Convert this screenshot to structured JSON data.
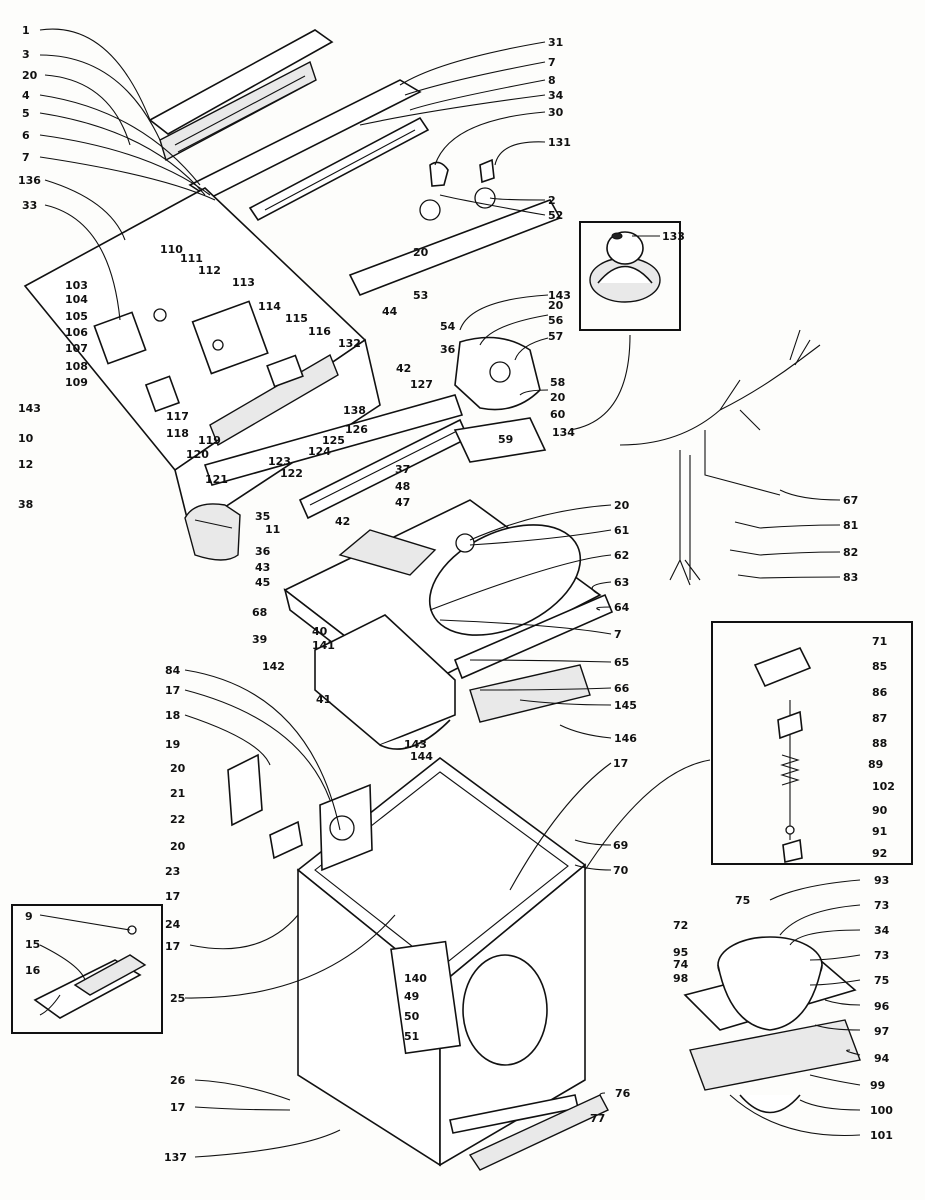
{
  "diagram": {
    "labels": [
      {
        "id": "l1",
        "text": "1"
      },
      {
        "id": "l3",
        "text": "3"
      },
      {
        "id": "l20a",
        "text": "20"
      },
      {
        "id": "l4",
        "text": "4"
      },
      {
        "id": "l5",
        "text": "5"
      },
      {
        "id": "l6a",
        "text": "6"
      },
      {
        "id": "l7a",
        "text": "7"
      },
      {
        "id": "l136",
        "text": "136"
      },
      {
        "id": "l33a",
        "text": "33"
      },
      {
        "id": "l31",
        "text": "31"
      },
      {
        "id": "l7b",
        "text": "7"
      },
      {
        "id": "l8",
        "text": "8"
      },
      {
        "id": "l34a",
        "text": "34"
      },
      {
        "id": "l30",
        "text": "30"
      },
      {
        "id": "l131",
        "text": "131"
      },
      {
        "id": "l2",
        "text": "2"
      },
      {
        "id": "l52",
        "text": "52"
      },
      {
        "id": "l133",
        "text": "133"
      },
      {
        "id": "l20b",
        "text": "20"
      },
      {
        "id": "l53",
        "text": "53"
      },
      {
        "id": "l143a",
        "text": "143"
      },
      {
        "id": "l20c",
        "text": "20"
      },
      {
        "id": "l56",
        "text": "56"
      },
      {
        "id": "l57",
        "text": "57"
      },
      {
        "id": "l54",
        "text": "54"
      },
      {
        "id": "l44",
        "text": "44"
      },
      {
        "id": "l36a",
        "text": "36"
      },
      {
        "id": "l132",
        "text": "132"
      },
      {
        "id": "l42a",
        "text": "42"
      },
      {
        "id": "l127",
        "text": "127"
      },
      {
        "id": "l138",
        "text": "138"
      },
      {
        "id": "l58",
        "text": "58"
      },
      {
        "id": "l20d",
        "text": "20"
      },
      {
        "id": "l60",
        "text": "60"
      },
      {
        "id": "l59",
        "text": "59"
      },
      {
        "id": "l134",
        "text": "134"
      },
      {
        "id": "l110",
        "text": "110"
      },
      {
        "id": "l111",
        "text": "111"
      },
      {
        "id": "l112",
        "text": "112"
      },
      {
        "id": "l113",
        "text": "113"
      },
      {
        "id": "l114",
        "text": "114"
      },
      {
        "id": "l115",
        "text": "115"
      },
      {
        "id": "l116",
        "text": "116"
      },
      {
        "id": "l103",
        "text": "103"
      },
      {
        "id": "l104",
        "text": "104"
      },
      {
        "id": "l105",
        "text": "105"
      },
      {
        "id": "l106",
        "text": "106"
      },
      {
        "id": "l107",
        "text": "107"
      },
      {
        "id": "l108",
        "text": "108"
      },
      {
        "id": "l109",
        "text": "109"
      },
      {
        "id": "l117",
        "text": "117"
      },
      {
        "id": "l118",
        "text": "118"
      },
      {
        "id": "l119",
        "text": "119"
      },
      {
        "id": "l120",
        "text": "120"
      },
      {
        "id": "l126",
        "text": "126"
      },
      {
        "id": "l125",
        "text": "125"
      },
      {
        "id": "l124",
        "text": "124"
      },
      {
        "id": "l123",
        "text": "123"
      },
      {
        "id": "l122",
        "text": "122"
      },
      {
        "id": "l121",
        "text": "121"
      },
      {
        "id": "l143b",
        "text": "143"
      },
      {
        "id": "l10",
        "text": "10"
      },
      {
        "id": "l12",
        "text": "12"
      },
      {
        "id": "l38",
        "text": "38"
      },
      {
        "id": "l35",
        "text": "35"
      },
      {
        "id": "l11",
        "text": "11"
      },
      {
        "id": "l36b",
        "text": "36"
      },
      {
        "id": "l43",
        "text": "43"
      },
      {
        "id": "l45",
        "text": "45"
      },
      {
        "id": "l42b",
        "text": "42"
      },
      {
        "id": "l37",
        "text": "37"
      },
      {
        "id": "l48",
        "text": "48"
      },
      {
        "id": "l47",
        "text": "47"
      },
      {
        "id": "l20e",
        "text": "20"
      },
      {
        "id": "l61a",
        "text": "61"
      },
      {
        "id": "l62a",
        "text": "62"
      },
      {
        "id": "l63a",
        "text": "63"
      },
      {
        "id": "l64",
        "text": "64"
      },
      {
        "id": "l7c",
        "text": "7"
      },
      {
        "id": "l65",
        "text": "65"
      },
      {
        "id": "l66",
        "text": "66"
      },
      {
        "id": "l145",
        "text": "145"
      },
      {
        "id": "l146",
        "text": "146"
      },
      {
        "id": "l68",
        "text": "68"
      },
      {
        "id": "l39",
        "text": "39"
      },
      {
        "id": "l40",
        "text": "40"
      },
      {
        "id": "l141",
        "text": "141"
      },
      {
        "id": "l142",
        "text": "142"
      },
      {
        "id": "l41",
        "text": "41"
      },
      {
        "id": "l143c",
        "text": "143"
      },
      {
        "id": "l144",
        "text": "144"
      },
      {
        "id": "l67",
        "text": "67"
      },
      {
        "id": "l81",
        "text": "81"
      },
      {
        "id": "l82",
        "text": "82"
      },
      {
        "id": "l83",
        "text": "83"
      },
      {
        "id": "l84",
        "text": "84"
      },
      {
        "id": "l17a",
        "text": "17"
      },
      {
        "id": "l18",
        "text": "18"
      },
      {
        "id": "l19",
        "text": "19"
      },
      {
        "id": "l20f",
        "text": "20"
      },
      {
        "id": "l21",
        "text": "21"
      },
      {
        "id": "l22",
        "text": "22"
      },
      {
        "id": "l20g",
        "text": "20"
      },
      {
        "id": "l23",
        "text": "23"
      },
      {
        "id": "l17b",
        "text": "17"
      },
      {
        "id": "l24",
        "text": "24"
      },
      {
        "id": "l17c",
        "text": "17"
      },
      {
        "id": "l25",
        "text": "25"
      },
      {
        "id": "l9",
        "text": "9"
      },
      {
        "id": "l15",
        "text": "15"
      },
      {
        "id": "l16",
        "text": "16"
      },
      {
        "id": "l17d",
        "text": "17"
      },
      {
        "id": "l69",
        "text": "69"
      },
      {
        "id": "l70",
        "text": "70"
      },
      {
        "id": "l71",
        "text": "71"
      },
      {
        "id": "l85",
        "text": "85"
      },
      {
        "id": "l86",
        "text": "86"
      },
      {
        "id": "l87",
        "text": "87"
      },
      {
        "id": "l88",
        "text": "88"
      },
      {
        "id": "l89",
        "text": "89"
      },
      {
        "id": "l102",
        "text": "102"
      },
      {
        "id": "l90",
        "text": "90"
      },
      {
        "id": "l91",
        "text": "91"
      },
      {
        "id": "l92",
        "text": "92"
      },
      {
        "id": "l93",
        "text": "93"
      },
      {
        "id": "l73a",
        "text": "73"
      },
      {
        "id": "l34b",
        "text": "34"
      },
      {
        "id": "l75a",
        "text": "75"
      },
      {
        "id": "l72",
        "text": "72"
      },
      {
        "id": "l73b",
        "text": "73"
      },
      {
        "id": "l95",
        "text": "95"
      },
      {
        "id": "l74",
        "text": "74"
      },
      {
        "id": "l98",
        "text": "98"
      },
      {
        "id": "l75b",
        "text": "75"
      },
      {
        "id": "l96",
        "text": "96"
      },
      {
        "id": "l97",
        "text": "97"
      },
      {
        "id": "l94",
        "text": "94"
      },
      {
        "id": "l99",
        "text": "99"
      },
      {
        "id": "l100",
        "text": "100"
      },
      {
        "id": "l101",
        "text": "101"
      },
      {
        "id": "l140",
        "text": "140"
      },
      {
        "id": "l49",
        "text": "49"
      },
      {
        "id": "l50",
        "text": "50"
      },
      {
        "id": "l51",
        "text": "51"
      },
      {
        "id": "l26",
        "text": "26"
      },
      {
        "id": "l17e",
        "text": "17"
      },
      {
        "id": "l137",
        "text": "137"
      },
      {
        "id": "l76",
        "text": "76"
      },
      {
        "id": "l77",
        "text": "77"
      }
    ]
  }
}
